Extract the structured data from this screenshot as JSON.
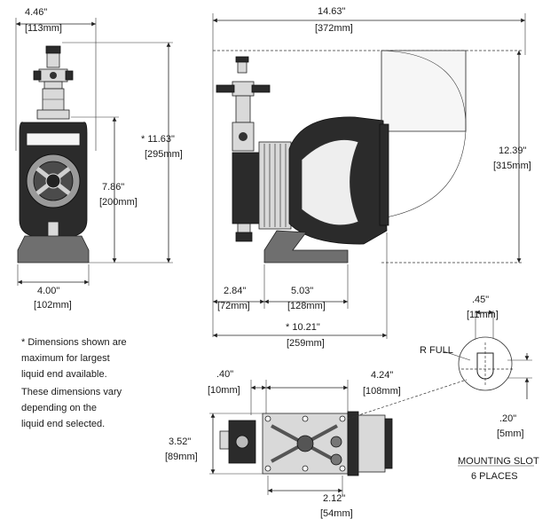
{
  "front_view": {
    "width_in": "4.46\"",
    "width_mm": "[113mm]",
    "height_in": "* 11.63\"",
    "height_mm": "[295mm]",
    "inner_height_in": "7.86\"",
    "inner_height_mm": "[200mm]",
    "base_width_in": "4.00\"",
    "base_width_mm": "[102mm]"
  },
  "side_view": {
    "width_in": "14.63\"",
    "width_mm": "[372mm]",
    "height_in": "12.39\"",
    "height_mm": "[315mm]",
    "base_left_in": "2.84\"",
    "base_left_mm": "[72mm]",
    "base_span_in": "5.03\"",
    "base_span_mm": "[128mm]",
    "depth_in": "* 10.21\"",
    "depth_mm": "[259mm]"
  },
  "top_view": {
    "offset_in": ".40\"",
    "offset_mm": "[10mm]",
    "span_in": "4.24\"",
    "span_mm": "[108mm]",
    "height_in": "3.52\"",
    "height_mm": "[89mm]",
    "bottom_in": "2.12\"",
    "bottom_mm": "[54mm]"
  },
  "slot_detail": {
    "width_in": ".45\"",
    "width_mm": "[11mm]",
    "radius_label": "R FULL",
    "slot_in": ".20\"",
    "slot_mm": "[5mm]",
    "title": "MOUNTING SLOT",
    "subtitle": "6 PLACES"
  },
  "notes": [
    "* Dimensions shown are",
    "maximum for largest",
    "liquid end available.",
    "These dimensions vary",
    "depending on the",
    "liquid end selected."
  ]
}
